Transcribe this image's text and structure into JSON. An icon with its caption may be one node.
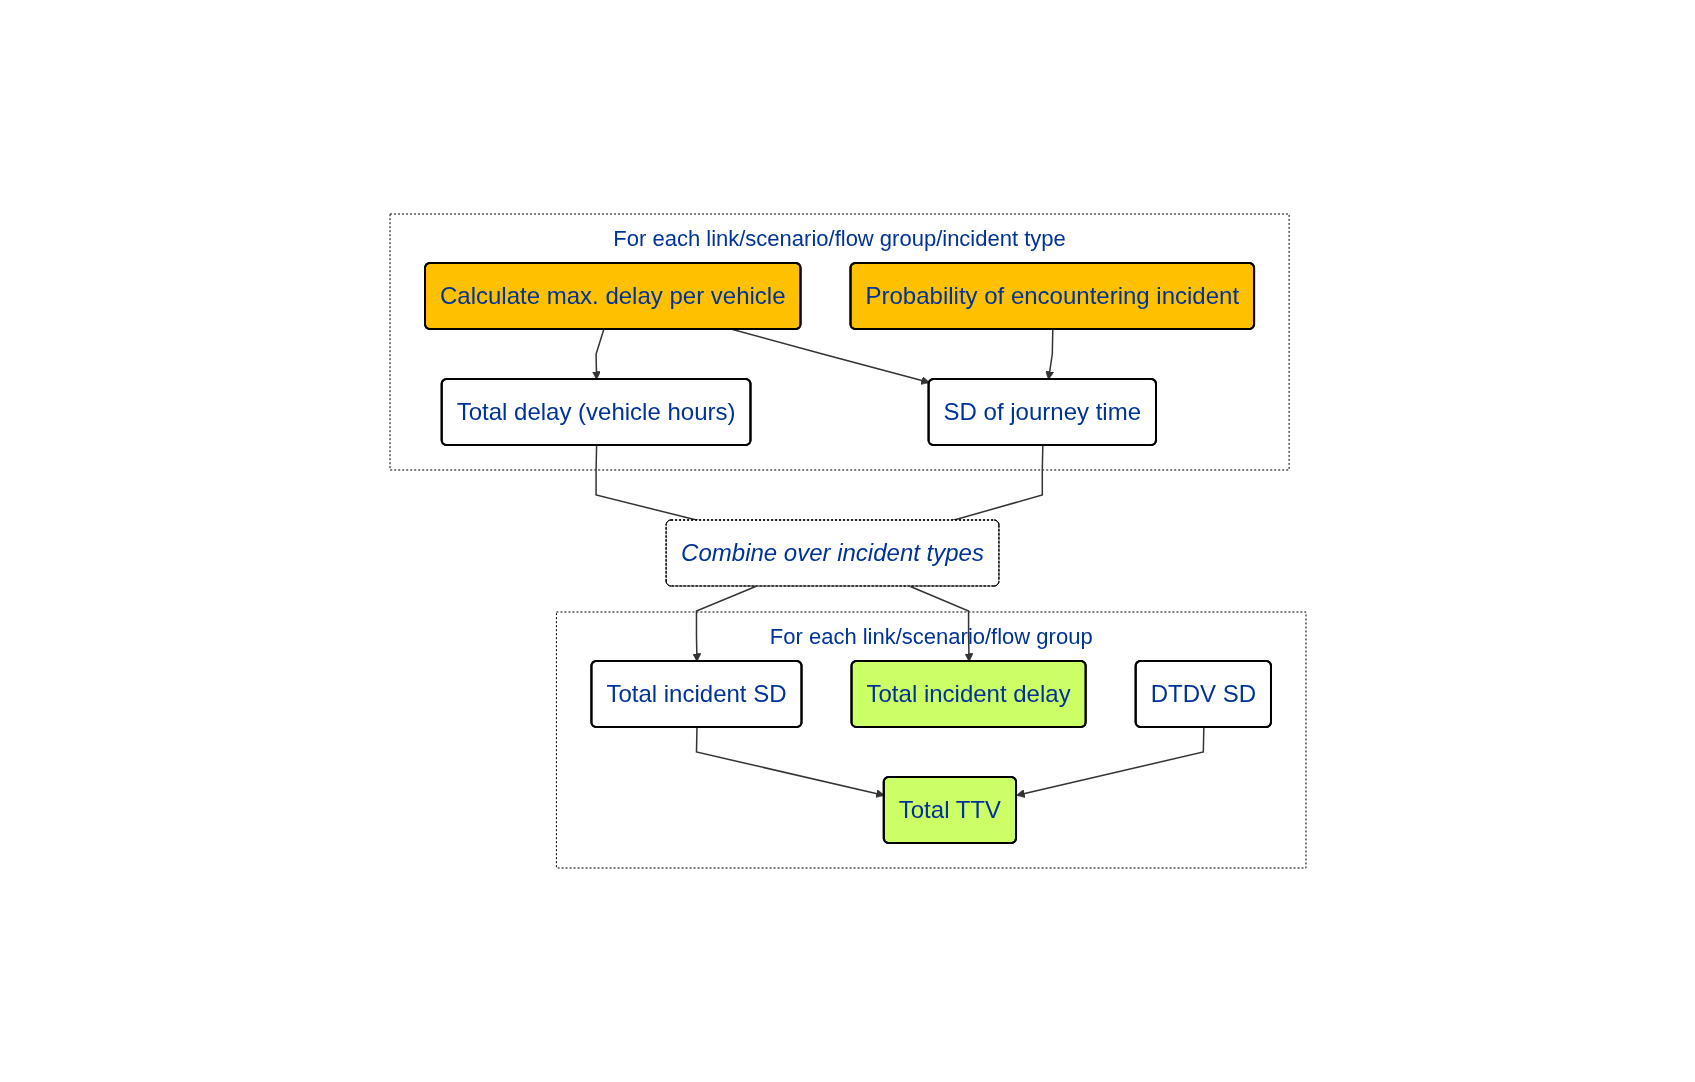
{
  "diagram": {
    "nodes": [
      {
        "text": [
          "For each link/scenario/flow group/incident type"
        ]
      },
      {
        "text": [
          "Calculate max. delay per vehicle"
        ],
        "in": 0
      },
      {
        "text": [
          "Total delay (vehicle hours)"
        ],
        "in": 0
      },
      {
        "text": [
          "Probability of encountering incident"
        ],
        "in": 0
      },
      {
        "text": [
          "SD of journey time"
        ],
        "in": 0
      },
      {
        "text": [
          "Combine over incident types"
        ]
      },
      {
        "text": [
          "For each link/scenario/flow group"
        ]
      },
      {
        "text": [
          "Total incident SD"
        ],
        "in": 6
      },
      {
        "text": [
          "Total incident delay"
        ],
        "in": 6
      },
      {
        "text": [
          "DTDV SD"
        ],
        "in": 6
      },
      {
        "text": [
          "Total TTV"
        ],
        "in": 6
      }
    ],
    "edges": [
      {
        "from": 1,
        "to": 2,
        "arrow": "to"
      },
      {
        "from": 1,
        "to": 4,
        "arrow": "to"
      },
      {
        "from": 3,
        "to": 4,
        "arrow": "to"
      },
      {
        "from": 4,
        "to": 5,
        "arrow": "none"
      },
      {
        "from": 2,
        "to": 5,
        "arrow": "none"
      },
      {
        "from": 5,
        "to": 7,
        "arrow": "to"
      },
      {
        "from": 5,
        "to": 8,
        "arrow": "to"
      },
      {
        "from": 7,
        "to": 10,
        "arrow": "to"
      },
      {
        "from": 9,
        "to": 10,
        "arrow": "to"
      }
    ]
  }
}
